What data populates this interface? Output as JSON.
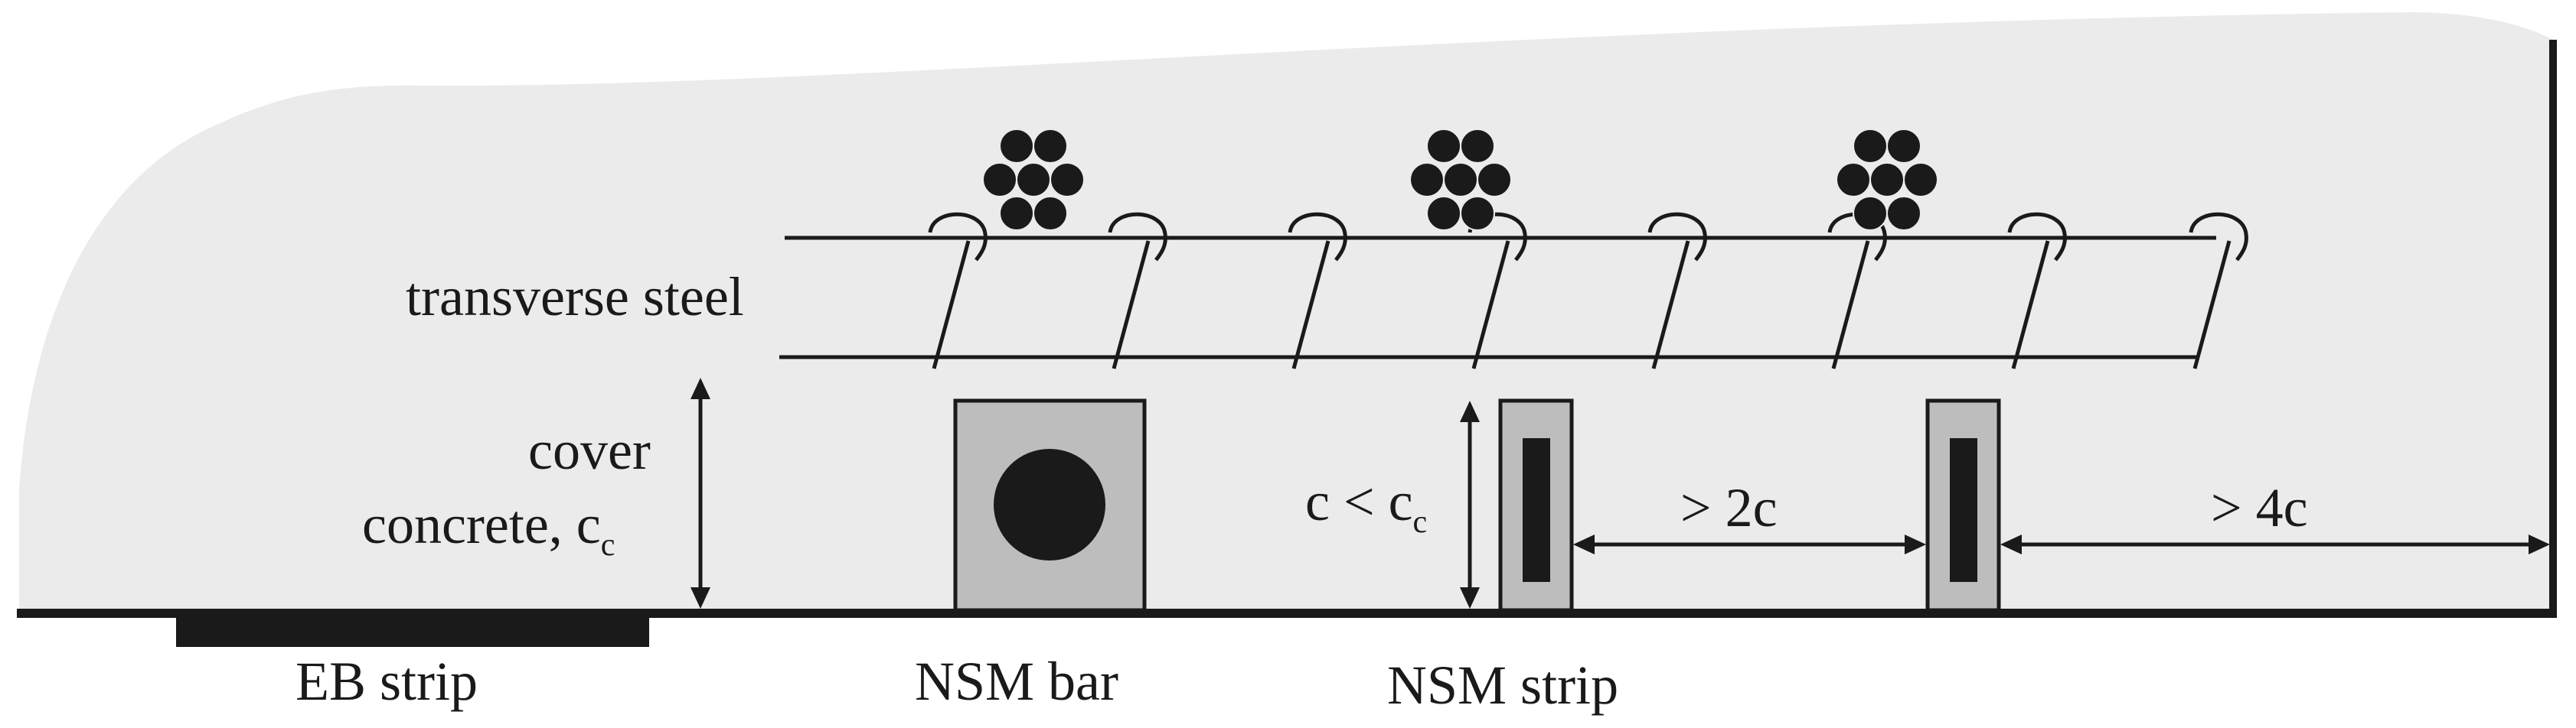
{
  "labels": {
    "transverse_steel": "transverse steel",
    "cover": "cover",
    "concrete_cc": "concrete, c",
    "cc_subscript": "c",
    "c_less_prefix": "c < c",
    "c_less_subscript": "c",
    "gt_2c": "> 2c",
    "gt_4c": "> 4c",
    "eb_strip": "EB strip",
    "nsm_bar": "NSM bar",
    "nsm_strip": "NSM strip"
  },
  "colors": {
    "concrete_fill": "#ebebeb",
    "groove_fill": "#bdbdbd",
    "ink": "#1a1a1a",
    "white": "#ffffff"
  }
}
